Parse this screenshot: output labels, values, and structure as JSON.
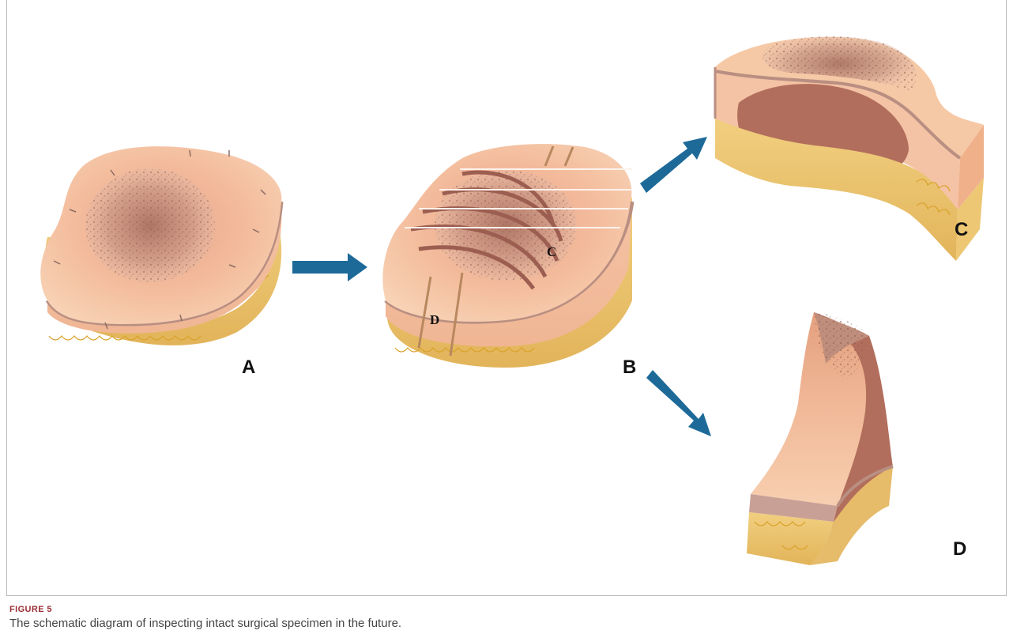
{
  "figure": {
    "panels": {
      "a": "A",
      "b": "B",
      "c": "C",
      "d": "D"
    },
    "inline_labels": {
      "c": "C",
      "d": "D"
    },
    "caption_label": "FIGURE 5",
    "caption_text": "The schematic diagram of inspecting intact surgical specimen in the future."
  },
  "colors": {
    "skin_light": "#f6c9a6",
    "skin_mid": "#efb08e",
    "dermis_edge": "#b98f82",
    "fat": "#edc774",
    "fat_line": "#d9a22a",
    "lesion_cut": "#b26e5c",
    "lesion_spots": "#8c5a4e",
    "arrow": "#1d6a99",
    "caption_label": "#9a2e35"
  }
}
